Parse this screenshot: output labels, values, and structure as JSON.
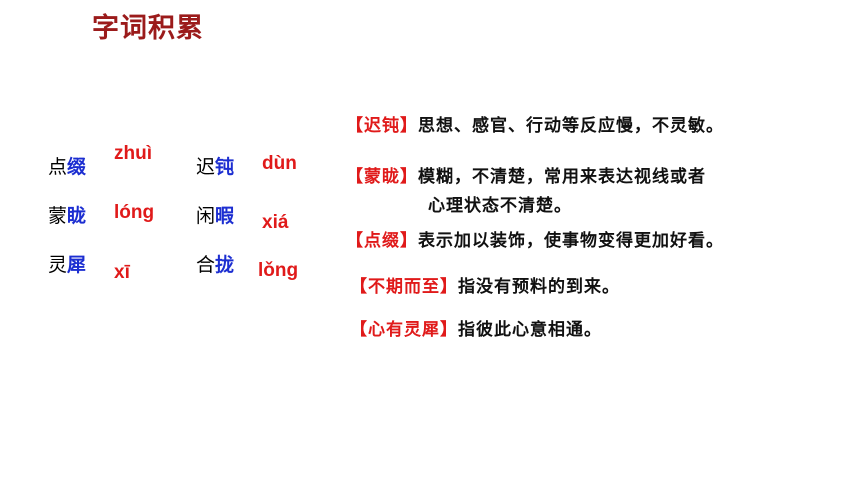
{
  "title": "字词积累",
  "words": [
    {
      "plain": "点",
      "bold": "缀",
      "pinyin": "zhuì"
    },
    {
      "plain": "迟",
      "bold": "钝",
      "pinyin": "dùn"
    },
    {
      "plain": "蒙",
      "bold": "眬",
      "pinyin": "lóng"
    },
    {
      "plain": "闲",
      "bold": "暇",
      "pinyin": "xiá"
    },
    {
      "plain": "灵",
      "bold": "犀",
      "pinyin": "xī"
    },
    {
      "plain": "合",
      "bold": "拢",
      "pinyin": "lǒng"
    }
  ],
  "definitions": [
    {
      "term": "【迟钝】",
      "text": "思想、感官、行动等反应慢，不灵敏。"
    },
    {
      "term": "【蒙眬】",
      "text": "模糊，不清楚，常用来表达视线或者",
      "text2": "心理状态不清楚。"
    },
    {
      "term": "【点缀】",
      "text": "表示加以装饰，使事物变得更加好看。"
    },
    {
      "term": "【不期而至】",
      "text": "指没有预料的到来。"
    },
    {
      "term": "【心有灵犀】",
      "text": "指彼此心意相通。"
    }
  ]
}
